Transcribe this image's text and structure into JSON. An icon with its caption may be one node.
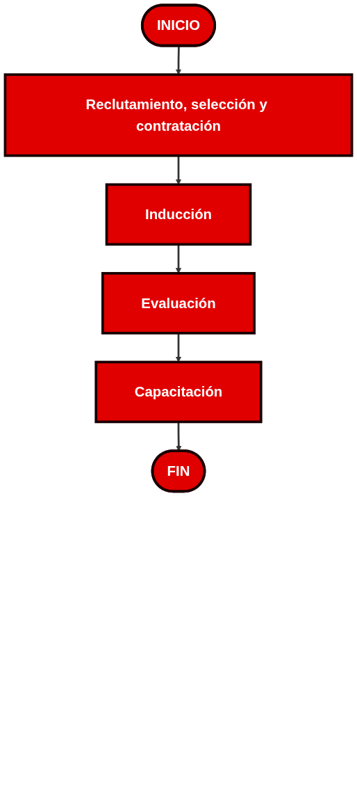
{
  "diagram": {
    "nodes": [
      {
        "text": [
          "INICIO"
        ]
      },
      {
        "text": [
          "Reclutamiento, selección y contratación"
        ]
      },
      {
        "text": [
          "Inducción"
        ]
      },
      {
        "text": [
          "Evaluación"
        ]
      },
      {
        "text": [
          "Capacitación"
        ]
      },
      {
        "text": [
          "FIN"
        ]
      }
    ],
    "edges": [
      {
        "from": 0,
        "to": 1,
        "arrow": "to"
      },
      {
        "from": 1,
        "to": 2,
        "arrow": "to"
      },
      {
        "from": 2,
        "to": 3,
        "arrow": "to"
      },
      {
        "from": 3,
        "to": 4,
        "arrow": "to"
      },
      {
        "from": 4,
        "to": 5,
        "arrow": "to"
      }
    ]
  }
}
